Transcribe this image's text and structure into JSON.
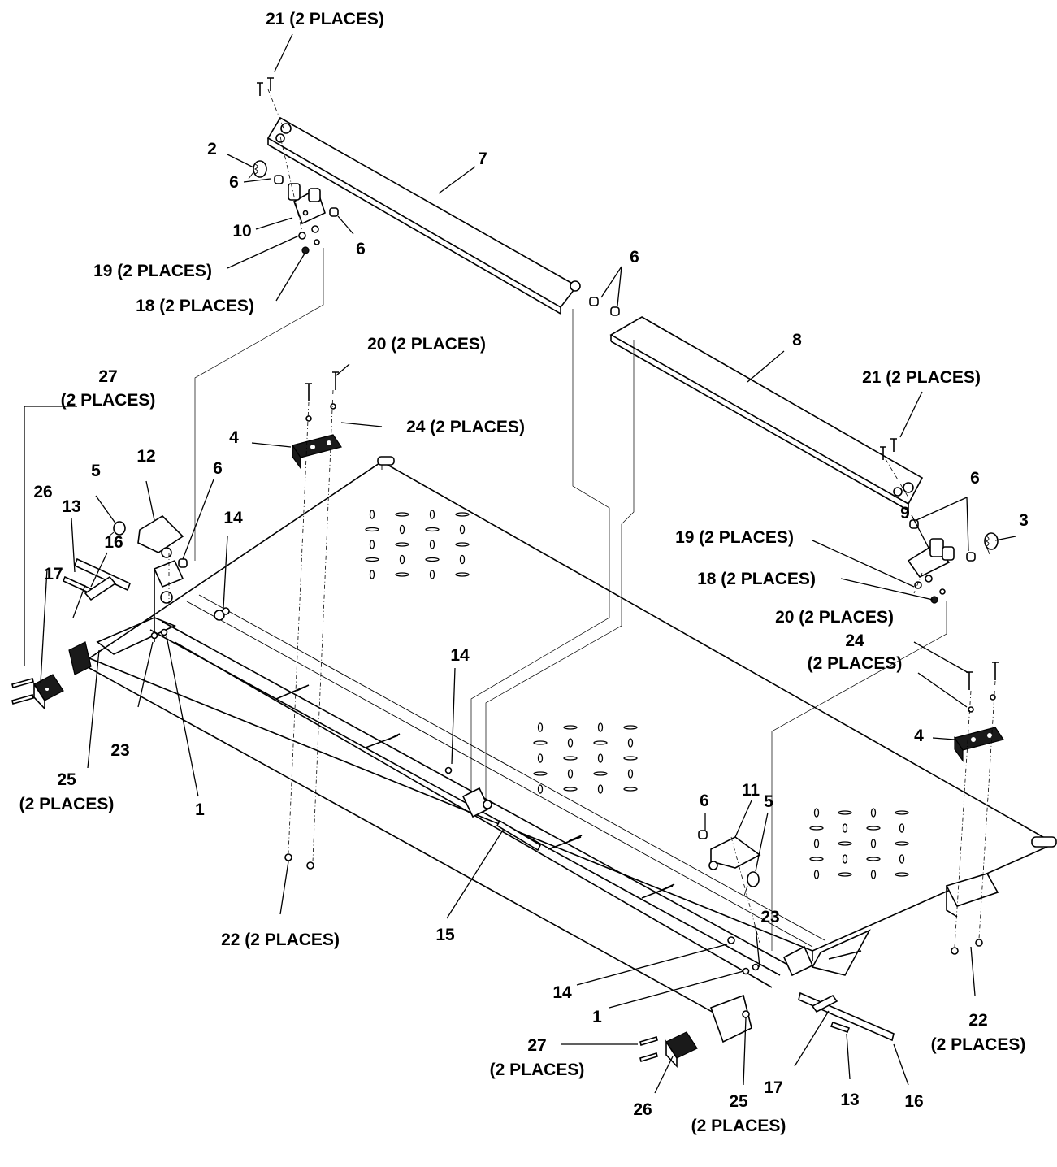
{
  "callouts": [
    {
      "id": "c21a",
      "lines": [
        "21 (2 PLACES)"
      ]
    },
    {
      "id": "c2",
      "lines": [
        "2"
      ]
    },
    {
      "id": "c7",
      "lines": [
        "7"
      ]
    },
    {
      "id": "c6a",
      "lines": [
        "6"
      ]
    },
    {
      "id": "c10",
      "lines": [
        "10"
      ]
    },
    {
      "id": "c6b",
      "lines": [
        "6"
      ]
    },
    {
      "id": "c19a",
      "lines": [
        "19 (2 PLACES)"
      ]
    },
    {
      "id": "c18a",
      "lines": [
        "18 (2 PLACES)"
      ]
    },
    {
      "id": "c6c",
      "lines": [
        "6"
      ]
    },
    {
      "id": "c8",
      "lines": [
        "8"
      ]
    },
    {
      "id": "c20a",
      "lines": [
        "20 (2 PLACES)"
      ]
    },
    {
      "id": "c27a",
      "lines": [
        "27",
        "(2 PLACES)"
      ]
    },
    {
      "id": "c21b",
      "lines": [
        "21 (2 PLACES)"
      ]
    },
    {
      "id": "c24a",
      "lines": [
        "24 (2 PLACES)"
      ]
    },
    {
      "id": "c4a",
      "lines": [
        "4"
      ]
    },
    {
      "id": "c5a",
      "lines": [
        "5"
      ]
    },
    {
      "id": "c12",
      "lines": [
        "12"
      ]
    },
    {
      "id": "c6d",
      "lines": [
        "6"
      ]
    },
    {
      "id": "c26a",
      "lines": [
        "26"
      ]
    },
    {
      "id": "c13a",
      "lines": [
        "13"
      ]
    },
    {
      "id": "c14a",
      "lines": [
        "14"
      ]
    },
    {
      "id": "c16a",
      "lines": [
        "16"
      ]
    },
    {
      "id": "c6e",
      "lines": [
        "6"
      ]
    },
    {
      "id": "c9",
      "lines": [
        "9"
      ]
    },
    {
      "id": "c3",
      "lines": [
        "3"
      ]
    },
    {
      "id": "c19b",
      "lines": [
        "19 (2 PLACES)"
      ]
    },
    {
      "id": "c18b",
      "lines": [
        "18 (2 PLACES)"
      ]
    },
    {
      "id": "c17a",
      "lines": [
        "17"
      ]
    },
    {
      "id": "c20b",
      "lines": [
        "20 (2 PLACES)"
      ]
    },
    {
      "id": "c24b",
      "lines": [
        "24",
        "(2 PLACES)"
      ]
    },
    {
      "id": "c14b",
      "lines": [
        "14"
      ]
    },
    {
      "id": "c23a",
      "lines": [
        "23"
      ]
    },
    {
      "id": "c4b",
      "lines": [
        "4"
      ]
    },
    {
      "id": "c25a",
      "lines": [
        "25",
        "(2 PLACES)"
      ]
    },
    {
      "id": "c1a",
      "lines": [
        "1"
      ]
    },
    {
      "id": "c6f",
      "lines": [
        "6"
      ]
    },
    {
      "id": "c11",
      "lines": [
        "11"
      ]
    },
    {
      "id": "c5b",
      "lines": [
        "5"
      ]
    },
    {
      "id": "c22a",
      "lines": [
        "22 (2 PLACES)"
      ]
    },
    {
      "id": "c15",
      "lines": [
        "15"
      ]
    },
    {
      "id": "c23b",
      "lines": [
        "23"
      ]
    },
    {
      "id": "c14c",
      "lines": [
        "14"
      ]
    },
    {
      "id": "c1b",
      "lines": [
        "1"
      ]
    },
    {
      "id": "c22b",
      "lines": [
        "22",
        "(2 PLACES)"
      ]
    },
    {
      "id": "c27b",
      "lines": [
        "27",
        "(2 PLACES)"
      ]
    },
    {
      "id": "c17b",
      "lines": [
        "17"
      ]
    },
    {
      "id": "c13b",
      "lines": [
        "13"
      ]
    },
    {
      "id": "c26b",
      "lines": [
        "26"
      ]
    },
    {
      "id": "c25b",
      "lines": [
        "25",
        "(2 PLACES)"
      ]
    },
    {
      "id": "c16b",
      "lines": [
        "16"
      ]
    }
  ]
}
